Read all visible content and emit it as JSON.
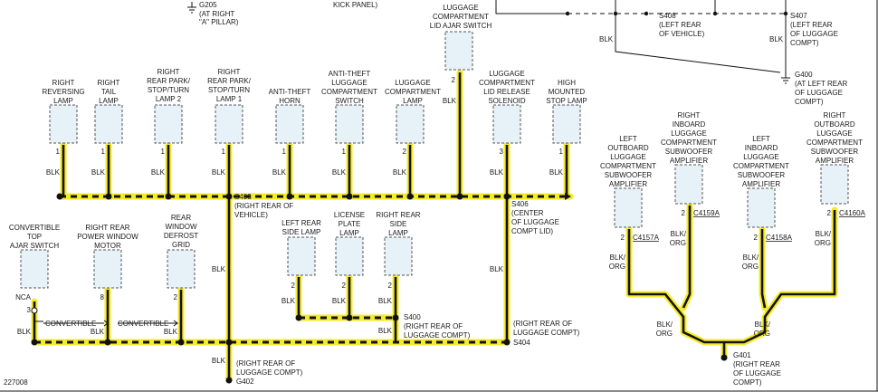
{
  "figure_id": "227008",
  "top": {
    "g205": [
      "G205",
      "(AT RIGHT",
      "\"A\" PILLAR)"
    ],
    "kick_panel": "KICK PANEL)",
    "s408": [
      "S408",
      "(LEFT REAR",
      "OF VEHICLE)"
    ],
    "s407": [
      "S407",
      "(LEFT REAR",
      "OF LUGGAGE",
      "COMPT)"
    ],
    "g400": [
      "G400",
      "(AT LEFT REAR",
      "OF LUGGAGE",
      "COMPT)"
    ],
    "blk": "BLK"
  },
  "components": {
    "luggage_lid_ajar": {
      "name": [
        "LUGGAGE",
        "COMPARTMENT",
        "LID AJAR SWITCH"
      ],
      "pin": "2",
      "wire": "BLK"
    },
    "right_reversing": {
      "name": [
        "RIGHT",
        "REVERSING",
        "LAMP"
      ],
      "pin": "1",
      "wire": "BLK"
    },
    "right_tail": {
      "name": [
        "RIGHT",
        "TAIL",
        "LAMP"
      ],
      "pin": "1",
      "wire": "BLK"
    },
    "right_park_2": {
      "name": [
        "RIGHT",
        "REAR PARK/",
        "STOP/TURN",
        "LAMP 2"
      ],
      "pin": "1",
      "wire": "BLK"
    },
    "right_park_1": {
      "name": [
        "RIGHT",
        "REAR PARK/",
        "STOP/TURN",
        "LAMP 1"
      ],
      "pin": "1",
      "wire": "BLK"
    },
    "anti_theft_horn": {
      "name": [
        "ANTI-THEFT",
        "HORN"
      ],
      "pin": "1",
      "wire": "BLK"
    },
    "anti_theft_switch": {
      "name": [
        "ANTI-THEFT",
        "LUGGAGE",
        "COMPARTMENT",
        "SWITCH"
      ],
      "pin": "1",
      "wire": "BLK"
    },
    "luggage_lamp": {
      "name": [
        "LUGGAGE",
        "COMPARTMENT",
        "LAMP"
      ],
      "pin": "2",
      "wire": "BLK"
    },
    "lid_release": {
      "name": [
        "LUGGAGE",
        "COMPARTMENT",
        "LID RELEASE",
        "SOLENOID"
      ],
      "pin": "3",
      "wire": "BLK"
    },
    "high_stop": {
      "name": [
        "HIGH",
        "MOUNTED",
        "STOP LAMP"
      ],
      "pin": "1",
      "wire": "BLK"
    },
    "convertible_switch": {
      "name": [
        "CONVERTIBLE",
        "TOP",
        "AJAR SWITCH"
      ],
      "pin": "3",
      "pin_alt": "NCA",
      "wire": "BLK"
    },
    "power_window": {
      "name": [
        "RIGHT REAR",
        "POWER WINDOW",
        "MOTOR"
      ],
      "pin": "8",
      "wire": "BLK"
    },
    "defrost": {
      "name": [
        "REAR",
        "WINDOW",
        "DEFROST",
        "GRID"
      ],
      "pin": "2",
      "wire": "BLK"
    },
    "left_side_lamp": {
      "name": [
        "LEFT REAR",
        "SIDE LAMP"
      ],
      "pin": "2",
      "wire": "BLK"
    },
    "license_lamp": {
      "name": [
        "LICENSE",
        "PLATE",
        "LAMP"
      ],
      "pin": "2",
      "wire": "BLK"
    },
    "right_side_lamp": {
      "name": [
        "RIGHT REAR",
        "SIDE",
        "LAMP"
      ],
      "pin": "2",
      "wire": "BLK"
    },
    "left_outboard_sub": {
      "name": [
        "LEFT",
        "OUTBOARD",
        "LUGGAGE",
        "COMPARTMENT",
        "SUBWOOFER",
        "AMPLIFIER"
      ],
      "pin": "2",
      "connector": "C4157A",
      "wire": [
        "BLK/",
        "ORG"
      ]
    },
    "right_inboard_sub": {
      "name": [
        "RIGHT",
        "INBOARD",
        "LUGGAGE",
        "COMPARTMENT",
        "SUBWOOFER",
        "AMPLIFIER"
      ],
      "pin": "2",
      "connector": "C4159A",
      "wire": [
        "BLK/",
        "ORG"
      ]
    },
    "left_inboard_sub": {
      "name": [
        "LEFT",
        "INBOARD",
        "LUGGAGE",
        "COMPARTMENT",
        "SUBWOOFER",
        "AMPLIFIER"
      ],
      "pin": "2",
      "connector": "C4158A",
      "wire": [
        "BLK/",
        "ORG"
      ]
    },
    "right_outboard_sub": {
      "name": [
        "RIGHT",
        "OUTBOARD",
        "LUGGAGE",
        "COMPARTMENT",
        "SUBWOOFER",
        "AMPLIFIER"
      ],
      "pin": "2",
      "connector": "C4160A",
      "wire": [
        "BLK/",
        "ORG"
      ]
    }
  },
  "splices": {
    "s403": [
      "S403",
      "(RIGHT REAR OF",
      "VEHICLE)"
    ],
    "s406": [
      "S406",
      "(CENTER",
      "OF LUGGAGE",
      "COMPT LID)"
    ],
    "s400": [
      "S400",
      "(RIGHT REAR OF",
      "LUGGAGE COMPT)"
    ],
    "s404": [
      "(RIGHT REAR OF",
      "LUGGAGE COMPT)",
      "S404"
    ],
    "g402": [
      "(RIGHT REAR OF",
      "LUGGAGE COMPT)",
      "G402"
    ],
    "g401": [
      "G401",
      "(RIGHT REAR",
      "OF LUGGAGE",
      "COMPT)"
    ]
  },
  "notes": {
    "convertible": "CONVERTIBLE"
  },
  "wire_labels": {
    "blk": "BLK",
    "blk_org": [
      "BLK/",
      "ORG"
    ]
  }
}
